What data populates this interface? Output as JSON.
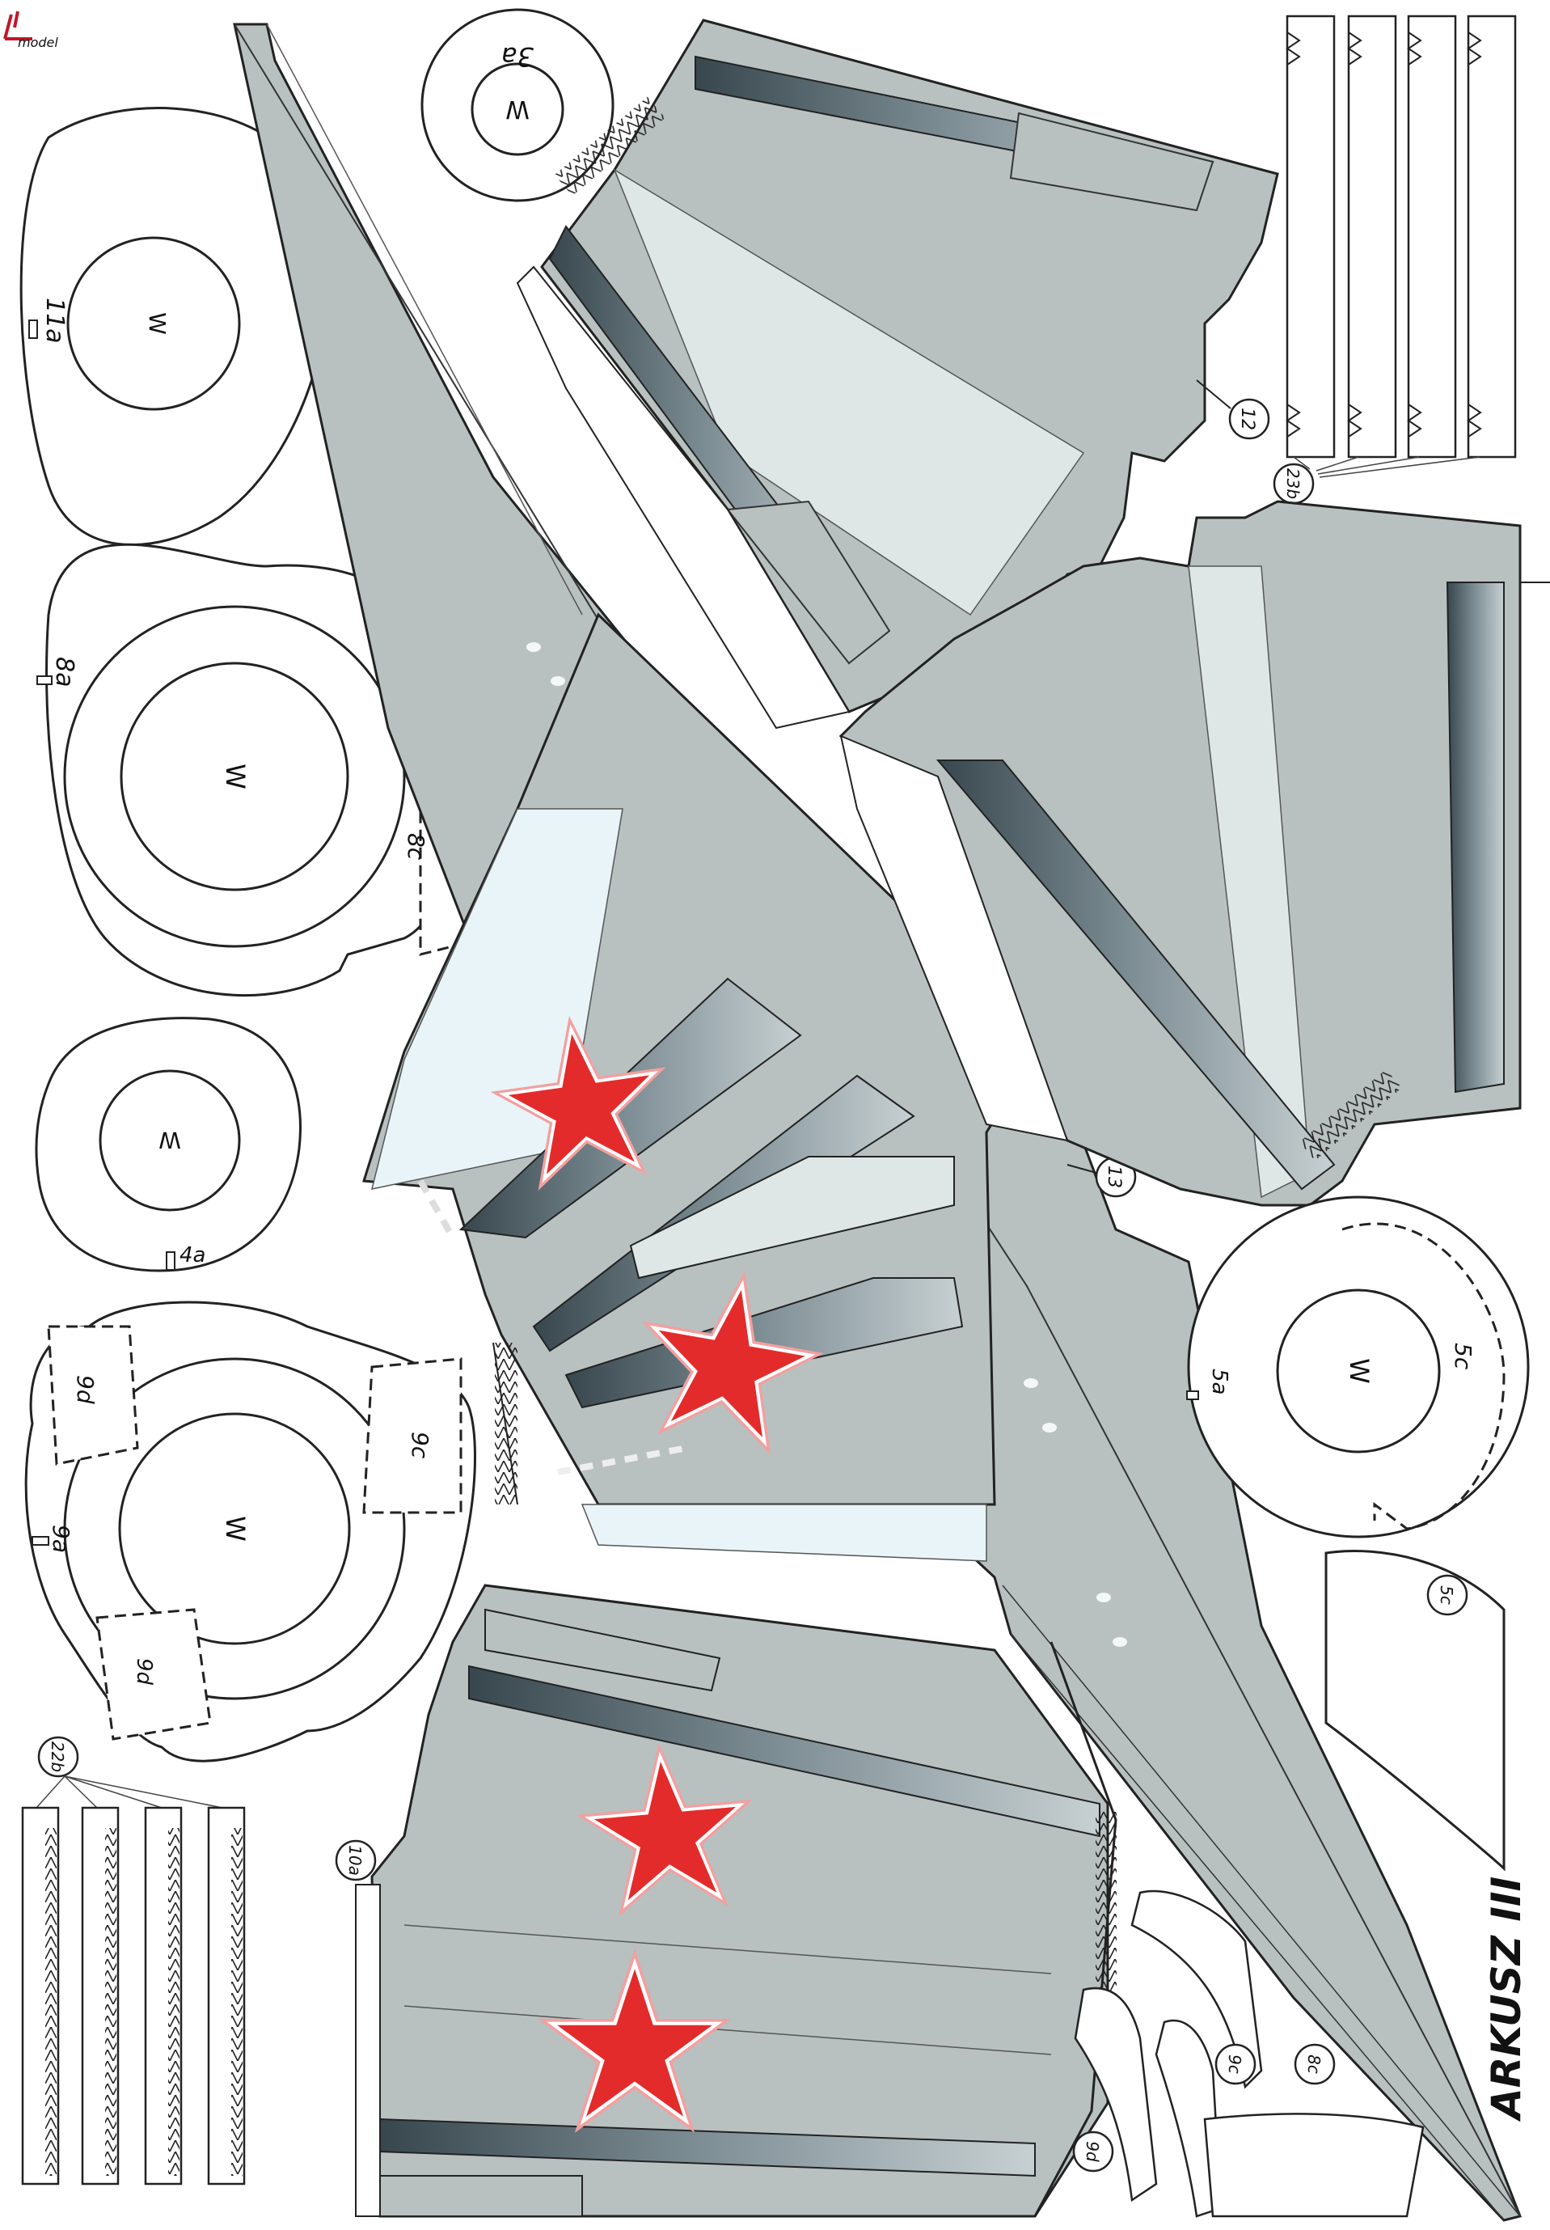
{
  "logo": {
    "text": "model"
  },
  "sheet_title": "ARKUSZ III",
  "colors": {
    "panel_grey": "#b9c0c0",
    "panel_dark": "#5d6e76",
    "panel_light": "#dfe6e6",
    "panel_ice": "#e9f4f8",
    "star_red": "#e32b2b",
    "outline": "#222222"
  },
  "part_labels": {
    "p3a": "3a",
    "p11a": "11a",
    "p8a": "8a",
    "p8c": "8c",
    "p4a": "4a",
    "p9d": "9d",
    "p9c": "9c",
    "p9a": "9a",
    "p9b": "9d",
    "p5a": "5a",
    "p5c": "5c",
    "p5c_strip": "5c",
    "p12": "12",
    "p13": "13",
    "p23b": "23b",
    "p22b": "22b",
    "p10a": "10a",
    "p9c_strip": "9c",
    "p8c_strip": "8c",
    "p9d_strip": "9d"
  },
  "w_marks": {
    "w1": "W",
    "w2": "W",
    "w3": "W",
    "w4": "W",
    "w5": "W",
    "w6": "W"
  },
  "stars": {
    "count": 4,
    "icon": "red-star-icon"
  }
}
